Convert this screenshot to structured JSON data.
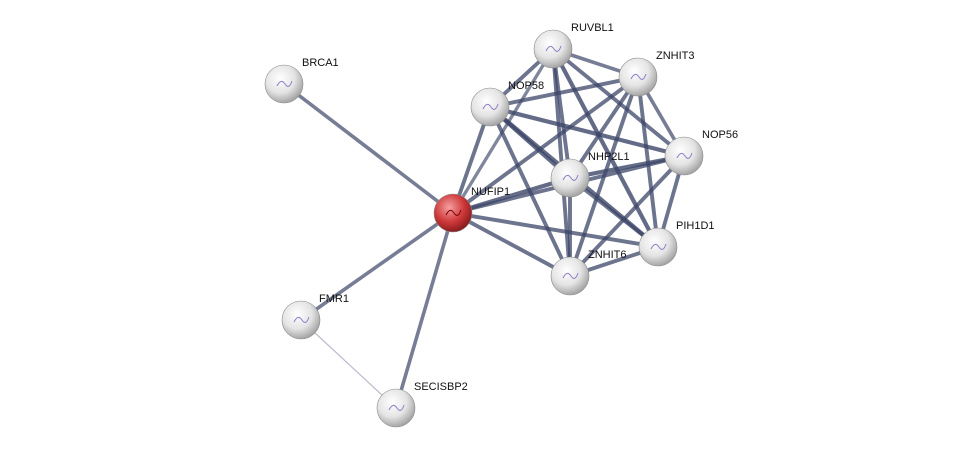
{
  "network": {
    "query_node": "NUFIP1",
    "colors": {
      "query": "#d0393b",
      "node": "#e6e6e6",
      "edge": "#3c4668",
      "edge_weak": "#b9bccb"
    },
    "nodes": [
      {
        "id": "NUFIP1",
        "label": "NUFIP1"
      },
      {
        "id": "BRCA1",
        "label": "BRCA1"
      },
      {
        "id": "NOP58",
        "label": "NOP58"
      },
      {
        "id": "RUVBL1",
        "label": "RUVBL1"
      },
      {
        "id": "ZNHIT3",
        "label": "ZNHIT3"
      },
      {
        "id": "NOP56",
        "label": "NOP56"
      },
      {
        "id": "NHP2L1",
        "label": "NHP2L1"
      },
      {
        "id": "PIH1D1",
        "label": "PIH1D1"
      },
      {
        "id": "ZNHIT6",
        "label": "ZNHIT6"
      },
      {
        "id": "FMR1",
        "label": "FMR1"
      },
      {
        "id": "SECISBP2",
        "label": "SECISBP2"
      }
    ],
    "edges": [
      [
        "NUFIP1",
        "BRCA1",
        0.7
      ],
      [
        "NUFIP1",
        "FMR1",
        0.7
      ],
      [
        "NUFIP1",
        "SECISBP2",
        0.7
      ],
      [
        "NUFIP1",
        "NOP58",
        0.8
      ],
      [
        "NUFIP1",
        "RUVBL1",
        0.6
      ],
      [
        "NUFIP1",
        "ZNHIT3",
        0.8
      ],
      [
        "NUFIP1",
        "NOP56",
        0.8
      ],
      [
        "NUFIP1",
        "NHP2L1",
        0.9
      ],
      [
        "NUFIP1",
        "PIH1D1",
        0.8
      ],
      [
        "NUFIP1",
        "ZNHIT6",
        0.8
      ],
      [
        "FMR1",
        "SECISBP2",
        0.2
      ],
      [
        "NOP58",
        "RUVBL1",
        0.8
      ],
      [
        "NOP58",
        "ZNHIT3",
        0.8
      ],
      [
        "NOP58",
        "NOP56",
        0.9
      ],
      [
        "NOP58",
        "NHP2L1",
        0.9
      ],
      [
        "NOP58",
        "PIH1D1",
        0.9
      ],
      [
        "NOP58",
        "ZNHIT6",
        0.8
      ],
      [
        "RUVBL1",
        "ZNHIT3",
        0.7
      ],
      [
        "RUVBL1",
        "NOP56",
        0.8
      ],
      [
        "RUVBL1",
        "NHP2L1",
        0.8
      ],
      [
        "RUVBL1",
        "PIH1D1",
        0.9
      ],
      [
        "RUVBL1",
        "ZNHIT6",
        0.8
      ],
      [
        "ZNHIT3",
        "NOP56",
        0.7
      ],
      [
        "ZNHIT3",
        "NHP2L1",
        0.8
      ],
      [
        "ZNHIT3",
        "PIH1D1",
        0.8
      ],
      [
        "ZNHIT3",
        "ZNHIT6",
        0.8
      ],
      [
        "NOP56",
        "NHP2L1",
        0.9
      ],
      [
        "NOP56",
        "PIH1D1",
        0.8
      ],
      [
        "NOP56",
        "ZNHIT6",
        0.8
      ],
      [
        "NHP2L1",
        "PIH1D1",
        0.8
      ],
      [
        "NHP2L1",
        "ZNHIT6",
        0.8
      ],
      [
        "PIH1D1",
        "ZNHIT6",
        0.8
      ]
    ]
  }
}
